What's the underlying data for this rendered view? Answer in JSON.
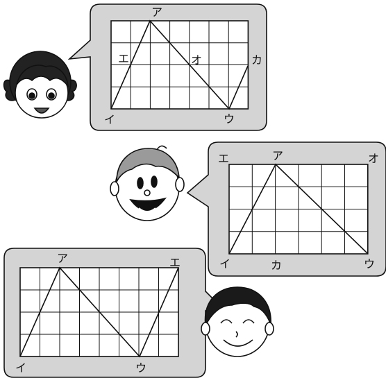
{
  "panel_girl": {
    "labels": {
      "a": "ア",
      "i": "イ",
      "u": "ウ",
      "e": "エ",
      "o": "オ",
      "ka": "カ"
    }
  },
  "panel_man": {
    "labels": {
      "a": "ア",
      "i": "イ",
      "u": "ウ",
      "e": "エ",
      "o": "オ",
      "ka": "カ"
    }
  },
  "panel_boy": {
    "labels": {
      "a": "ア",
      "i": "イ",
      "u": "ウ",
      "e": "エ"
    }
  },
  "colors": {
    "bubble_fill": "#d4d4d4",
    "grid_fill": "#ffffff",
    "ink": "#111111"
  }
}
